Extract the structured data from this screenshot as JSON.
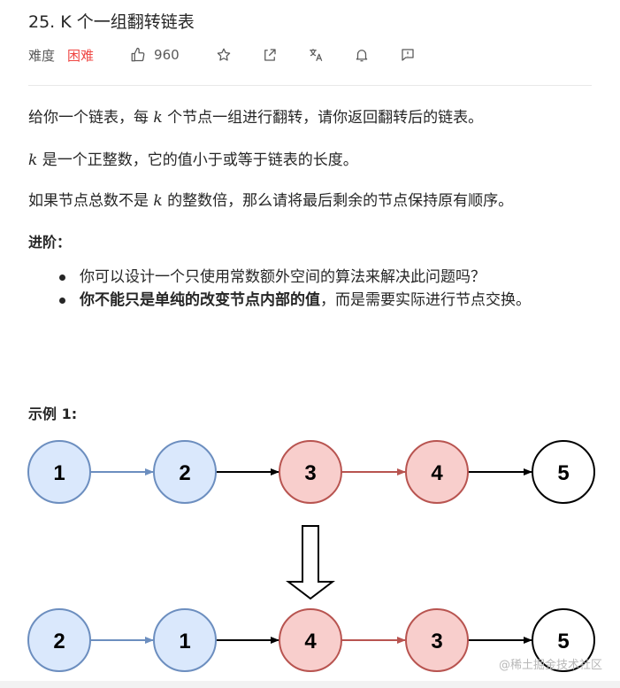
{
  "problem": {
    "title": "25. K 个一组翻转链表",
    "difficulty_label": "难度",
    "difficulty_value": "困难",
    "likes": "960"
  },
  "toolbar": {
    "icons": [
      "thumbs-up-icon",
      "star-icon",
      "share-icon",
      "translate-icon",
      "bell-icon",
      "feedback-icon"
    ]
  },
  "description": {
    "p1_before": "给你一个链表，每 ",
    "p1_var": "k",
    "p1_after": " 个节点一组进行翻转，请你返回翻转后的链表。",
    "p2_var": "k",
    "p2_after": " 是一个正整数，它的值小于或等于链表的长度。",
    "p3_before": "如果节点总数不是 ",
    "p3_var": "k",
    "p3_after": " 的整数倍，那么请将最后剩余的节点保持原有顺序。"
  },
  "advanced": {
    "heading": "进阶：",
    "items": [
      {
        "bold": "",
        "text": "你可以设计一个只使用常数额外空间的算法来解决此问题吗？"
      },
      {
        "bold": "你不能只是单纯的改变节点内部的值",
        "text": "，而是需要实际进行节点交换。"
      }
    ]
  },
  "example": {
    "heading": "示例 1:",
    "input_nodes": [
      "1",
      "2",
      "3",
      "4",
      "5"
    ],
    "output_nodes": [
      "2",
      "1",
      "4",
      "3",
      "5"
    ],
    "colors": {
      "blue_fill": "#dae8fc",
      "blue_stroke": "#6c8ebf",
      "red_fill": "#f8cecc",
      "red_stroke": "#b85450",
      "white_fill": "#ffffff",
      "black_stroke": "#000000"
    }
  },
  "watermark": "@稀土掘金技术社区"
}
